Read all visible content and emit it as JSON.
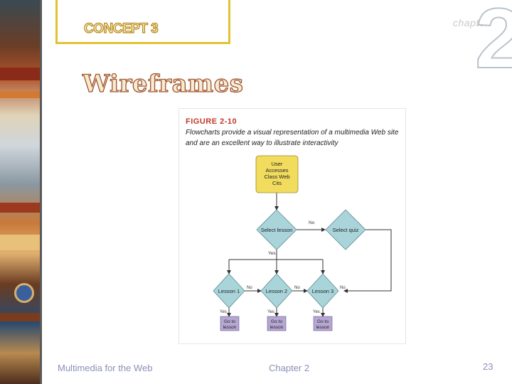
{
  "header": {
    "concept_label": "CONCEPT 3",
    "chapter_word": "chapter",
    "chapter_number": "2"
  },
  "slide": {
    "title": "Wireframes"
  },
  "figure": {
    "label": "FIGURE 2-10",
    "caption": "Flowcharts provide a visual representation of a multimedia Web site and are an excellent way to illustrate interactivity",
    "nodes": {
      "start": [
        "User",
        "Accesses",
        "Class Web",
        "Cits"
      ],
      "select_lesson": "Select lesson",
      "select_quiz": "Select quiz",
      "lesson1": "Lesson 1",
      "lesson2": "Lesson 2",
      "lesson3": "Lesson 3",
      "goto1": [
        "Go to",
        "lesson"
      ],
      "goto2": [
        "Go to",
        "lesson"
      ],
      "goto3": [
        "Go to",
        "lesson"
      ]
    },
    "edge_labels": {
      "no_top": "No",
      "yes_top": "Yes",
      "no_l1": "No",
      "no_l2": "No",
      "no_l3": "No",
      "yes_l1": "Yes",
      "yes_l2": "Yes",
      "yes_l3": "Yes"
    },
    "colors": {
      "start_fill": "#f2dc5d",
      "diamond_fill": "#a9d4da",
      "goto_fill": "#b6a6d2"
    }
  },
  "footer": {
    "left": "Multimedia for the Web",
    "center": "Chapter 2",
    "page": "23"
  }
}
